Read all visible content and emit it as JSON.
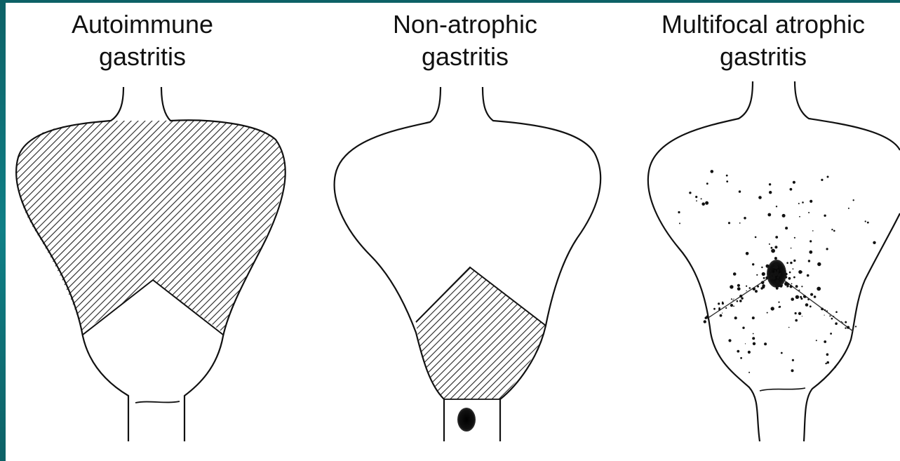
{
  "panels": [
    {
      "title": "Autoimmune\ngastritis"
    },
    {
      "title": "Non-atrophic\ngastritis"
    },
    {
      "title": "Multifocal atrophic\ngastritis"
    }
  ],
  "colors": {
    "background": "#0e6f75",
    "figure": "#ffffff",
    "ink": "#111111"
  }
}
